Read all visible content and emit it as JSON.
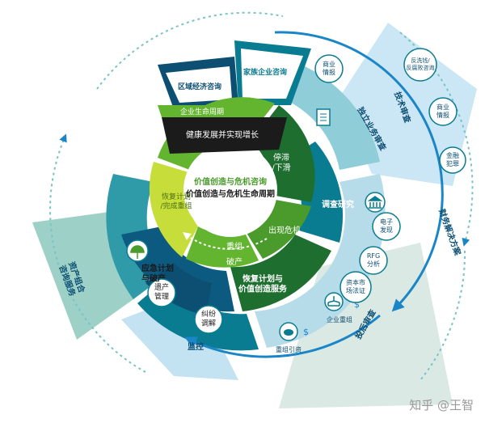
{
  "colors": {
    "navy": "#0d4f73",
    "teal": "#0a7c91",
    "light_teal": "#85cfd5",
    "pale_teal": "#cbe9ea",
    "green": "#63b42f",
    "dark_green": "#1e6e30",
    "mid_green": "#4a9b2c",
    "lime": "#c7dd3a",
    "black": "#1b1b1b",
    "light_blue": "#b9dcef",
    "pale_blue": "#d7ecf7",
    "sea_green": "#7ec3b3",
    "pale_grey": "#e8ecee"
  },
  "center": {
    "line1": "价值创造与危机咨询",
    "line2": "价值创造与危机生命周期"
  },
  "inner_ring": {
    "stagnation": "停滞\n/下滑",
    "crisis": "出现危机",
    "restructure": "重组",
    "bankruptcy": "破产",
    "recovery": "恢复计划\n/完成重组"
  },
  "lifecycle": {
    "label": "企业生命周期",
    "healthy": "健康发展并实现增长"
  },
  "middle_ring": {
    "regional": "区域经济咨询",
    "family": "家族企业咨询",
    "investigation": "调查研究",
    "recovery_service": "恢复计划与\n价值创造服务",
    "contingency": "应急计划\n与破产",
    "asset_mgmt": "遗产\n管理",
    "dispute": "纠纷\n调解"
  },
  "outer_ring": {
    "independent": "独立业务审查",
    "monitoring": "监控",
    "post_investment": "投后审查",
    "forensic": "技术审查",
    "disputes_solution": "财务解决方案",
    "portfolio": "资产组合\n咨询服务"
  },
  "icon_labels": {
    "business_intel": "商业\n情报",
    "anti_money": "反洗钱/\n反腐败咨询",
    "business_intel_2": "商业\n情报",
    "financial_crime": "金融\n犯罪",
    "e_discovery": "电子\n发现",
    "rfg": "RFG\n分析",
    "capital_market": "资本市\n场法证",
    "corp_restructure": "企业重组",
    "restructure_capital": "重组引资"
  },
  "watermark": "知乎 @王智"
}
